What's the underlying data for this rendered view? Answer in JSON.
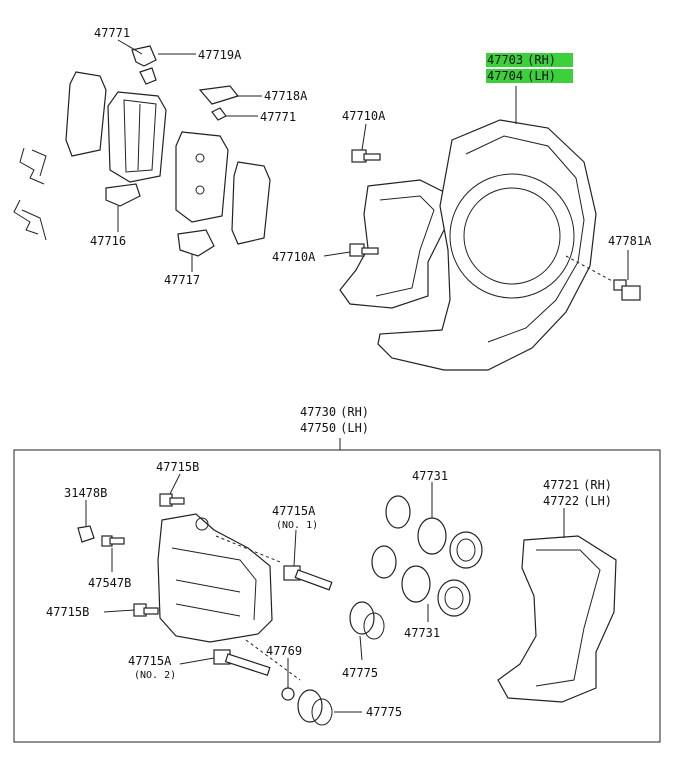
{
  "labels": {
    "p47771a": "47771",
    "p47719a": "47719A",
    "p47718a": "47718A",
    "p47771b": "47771",
    "p47716": "47716",
    "p47717": "47717",
    "p47710a_top": "47710A",
    "p47710a_mid": "47710A",
    "p47703": "47703",
    "p47703_suffix": "(RH)",
    "p47704": "47704",
    "p47704_suffix": "(LH)",
    "p47781a": "47781A",
    "p47730": "47730",
    "p47730_suffix": "(RH)",
    "p47750": "47750",
    "p47750_suffix": "(LH)",
    "p47715b_top": "47715B",
    "p31478b": "31478B",
    "p47547b": "47547B",
    "p47715b_left": "47715B",
    "p47715a_no1": "47715A",
    "no1": "(NO. 1)",
    "p47715a_no2": "47715A",
    "no2": "(NO. 2)",
    "p47769": "47769",
    "p47775a": "47775",
    "p47775b": "47775",
    "p47731a": "47731",
    "p47731b": "47731",
    "p47721": "47721",
    "p47721_suffix": "(RH)",
    "p47722": "47722",
    "p47722_suffix": "(LH)"
  },
  "colors": {
    "highlight": "#3cd03c",
    "ink": "#222222"
  }
}
